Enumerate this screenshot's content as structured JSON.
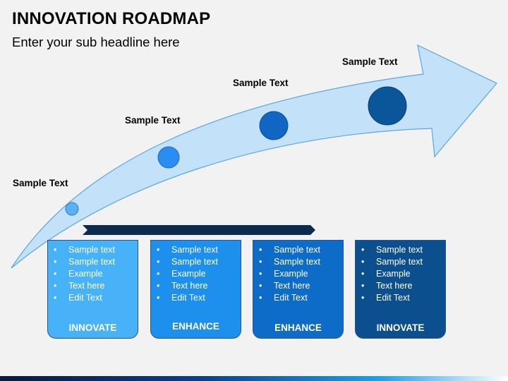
{
  "header": {
    "title": "INNOVATION ROADMAP",
    "subtitle": "Enter your sub headline here"
  },
  "milestones": [
    {
      "label": "Sample Text",
      "color": "#5bb0f0"
    },
    {
      "label": "Sample Text",
      "color": "#2a8ef0"
    },
    {
      "label": "Sample Text",
      "color": "#1166c4"
    },
    {
      "label": "Sample Text",
      "color": "#0b559a"
    }
  ],
  "colors": {
    "arrow_fill": "#c3e2fa",
    "arrow_stroke": "#5aa5e0",
    "bar": "#0d2a4f",
    "box1": "#47b2f8",
    "box2": "#1c90ec",
    "box3": "#0c6cc7",
    "box4": "#0b4f8e"
  },
  "boxes": [
    {
      "items": [
        "Sample text",
        "Sample text",
        "Example",
        "Text here",
        "Edit Text"
      ],
      "footer": "INNOVATE"
    },
    {
      "items": [
        "Sample text",
        "Sample text",
        "Example",
        "Text here",
        "Edit Text"
      ],
      "footer": "ENHANCE"
    },
    {
      "items": [
        "Sample text",
        "Sample text",
        "Example",
        "Text here",
        "Edit Text"
      ],
      "footer": "ENHANCE"
    },
    {
      "items": [
        "Sample text",
        "Sample text",
        "Example",
        "Text here",
        "Edit Text"
      ],
      "footer": "INNOVATE"
    }
  ]
}
